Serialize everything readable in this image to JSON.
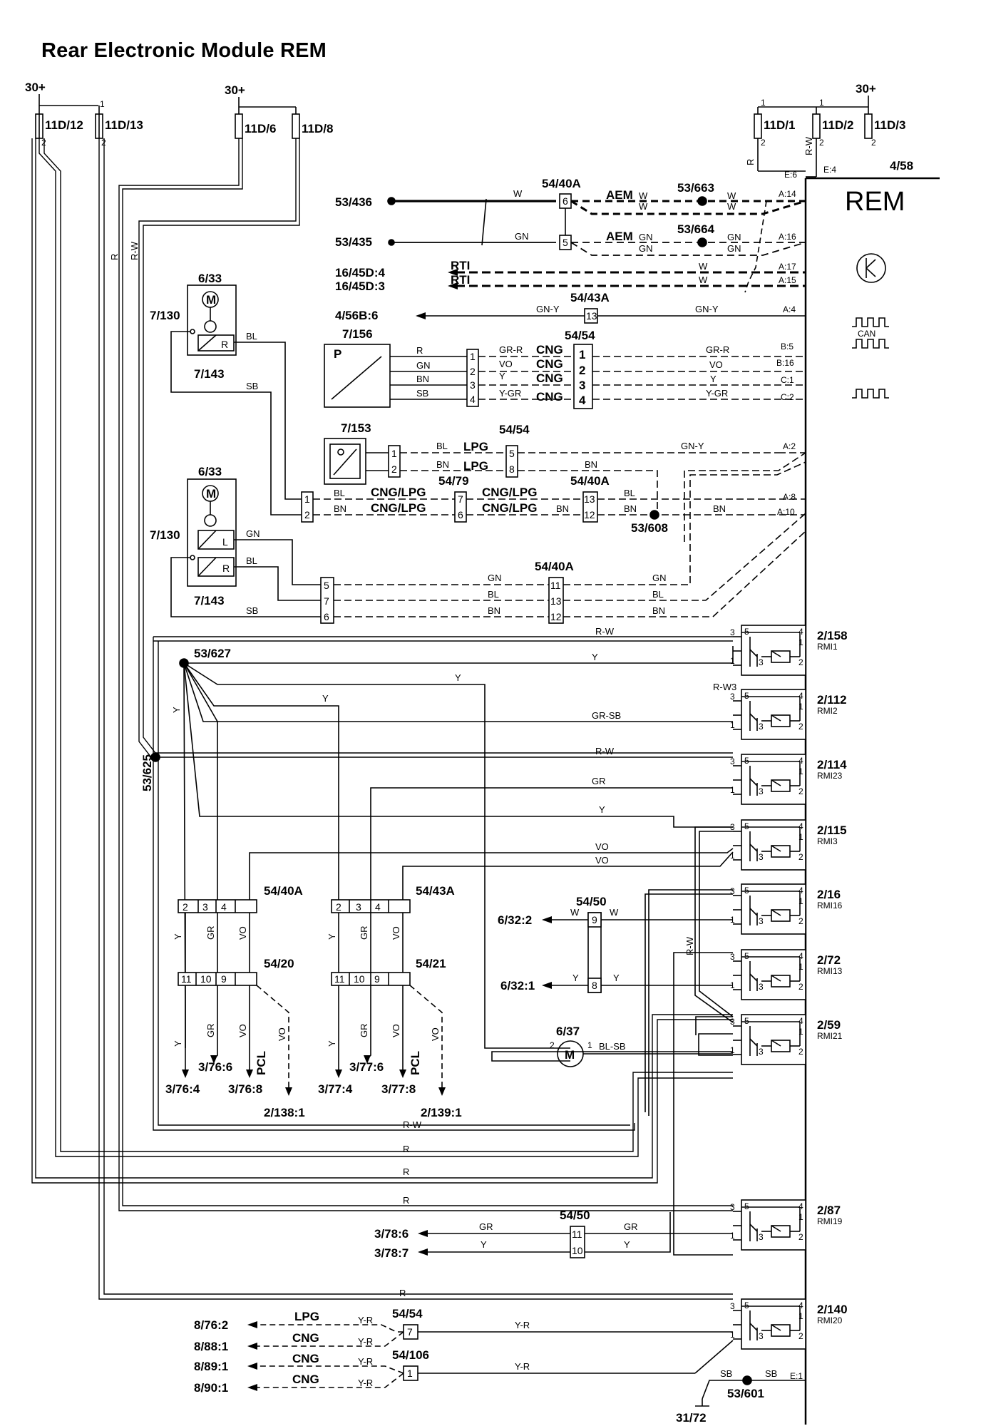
{
  "title": "Rear Electronic Module REM",
  "module": {
    "ref": "4/58",
    "name": "REM",
    "can_label": "CAN",
    "pins": {
      "E6": "E:6",
      "E4": "E:4",
      "A14": "A:14",
      "A16": "A:16",
      "A17": "A:17",
      "A15": "A:15",
      "A4": "A:4",
      "B5": "B:5",
      "B16": "B:16",
      "C1": "C:1",
      "C2": "C:2",
      "A2": "A:2",
      "A8": "A:8",
      "A10": "A:10",
      "E1": "E:1"
    }
  },
  "supply": {
    "plus30_left": "30+",
    "plus30_mid": "30+",
    "plus30_right": "30+"
  },
  "fuses": {
    "f1": "11D/12",
    "f2": "11D/13",
    "f3": "11D/6",
    "f4": "11D/8",
    "f5": "11D/1",
    "f6": "11D/2",
    "f7": "11D/3",
    "pin1": "1",
    "pin2": "2"
  },
  "components": {
    "c_6_33a": "6/33",
    "c_6_33b": "6/33",
    "c_7_130a": "7/130",
    "c_7_130b": "7/130",
    "c_7_143a": "7/143",
    "c_7_143b": "7/143",
    "c_7_156": "7/156",
    "c_7_153": "7/153",
    "c_6_37": "6/37",
    "motor_symbol": "M",
    "pressure_symbol": "P",
    "sensor_R": "R",
    "sensor_L": "L"
  },
  "splices": {
    "s_53_436": "53/436",
    "s_53_435": "53/435",
    "s_53_663": "53/663",
    "s_53_664": "53/664",
    "s_53_608": "53/608",
    "s_53_627": "53/627",
    "s_53_625": "53/625",
    "s_53_601": "53/601",
    "s_31_72": "31/72"
  },
  "connectors": {
    "k_54_40A_a": "54/40A",
    "k_54_43A_a": "54/43A",
    "k_54_54_a": "54/54",
    "k_54_54_b": "54/54",
    "k_54_79": "54/79",
    "k_54_40A_b": "54/40A",
    "k_54_40A_c": "54/40A",
    "k_54_40A_d": "54/40A",
    "k_54_43A_b": "54/43A",
    "k_54_20": "54/20",
    "k_54_21": "54/21",
    "k_54_50_a": "54/50",
    "k_54_50_b": "54/50",
    "k_54_54_c": "54/54",
    "k_54_106": "54/106"
  },
  "destinations": {
    "d_16_45D_4": "16/45D:4",
    "d_16_45D_3": "16/45D:3",
    "d_4_56B_6": "4/56B:6",
    "d_6_32_2": "6/32:2",
    "d_6_32_1": "6/32:1",
    "d_3_76_6": "3/76:6",
    "d_3_76_4": "3/76:4",
    "d_3_76_8": "3/76:8",
    "d_2_138_1": "2/138:1",
    "d_3_77_6": "3/77:6",
    "d_3_77_4": "3/77:4",
    "d_3_77_8": "3/77:8",
    "d_2_139_1": "2/139:1",
    "d_3_78_6": "3/78:6",
    "d_3_78_7": "3/78:7",
    "d_8_76_2": "8/76:2",
    "d_8_88_1": "8/88:1",
    "d_8_89_1": "8/89:1",
    "d_8_90_1": "8/90:1"
  },
  "relays": [
    {
      "ref": "2/158",
      "name": "RMI1"
    },
    {
      "ref": "2/112",
      "name": "RMI2"
    },
    {
      "ref": "2/114",
      "name": "RMI23"
    },
    {
      "ref": "2/115",
      "name": "RMI3"
    },
    {
      "ref": "2/16",
      "name": "RMI16"
    },
    {
      "ref": "2/72",
      "name": "RMI13"
    },
    {
      "ref": "2/59",
      "name": "RMI21"
    },
    {
      "ref": "2/87",
      "name": "RMI19"
    },
    {
      "ref": "2/140",
      "name": "RMI20"
    }
  ],
  "relay_pins": {
    "p1": "1",
    "p2": "2",
    "p3": "3",
    "p4": "4",
    "p5": "5"
  },
  "wire_colors": {
    "W": "W",
    "GN": "GN",
    "GN_Y": "GN-Y",
    "R": "R",
    "BN": "BN",
    "SB": "SB",
    "BL": "BL",
    "GR_R": "GR-R",
    "VO": "VO",
    "Y": "Y",
    "Y_GR": "Y-GR",
    "R_W": "R-W",
    "GR_SB": "GR-SB",
    "GR": "GR",
    "BL_SB": "BL-SB",
    "Y_R": "Y-R",
    "R_W3": "R-W3"
  },
  "variants": {
    "AEM": "AEM",
    "RTI": "RTI",
    "CNG": "CNG",
    "LPG": "LPG",
    "CNG_LPG": "CNG/LPG",
    "PCL": "PCL"
  },
  "pins": {
    "n1": "1",
    "n2": "2",
    "n3": "3",
    "n4": "4",
    "n5": "5",
    "n6": "6",
    "n7": "7",
    "n8": "8",
    "n9": "9",
    "n10": "10",
    "n11": "11",
    "n12": "12",
    "n13": "13"
  }
}
